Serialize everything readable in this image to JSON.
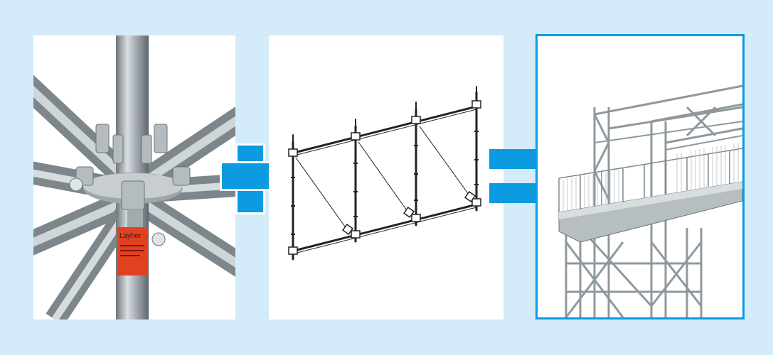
{
  "colors": {
    "background": "#d4ecfa",
    "accent": "#0c9ae0",
    "panel": "#ffffff",
    "tube": "#9aa3a8",
    "tag": "#e2411f"
  },
  "panels": [
    {
      "content": "scaffold-node-rosette"
    },
    {
      "content": "scaffold-frame-with-diagonals"
    },
    {
      "content": "scaffold-bridge-structure"
    }
  ],
  "operators": {
    "plus": "plus-sign",
    "equals": "equals-sign"
  },
  "tag_text": "Layher"
}
